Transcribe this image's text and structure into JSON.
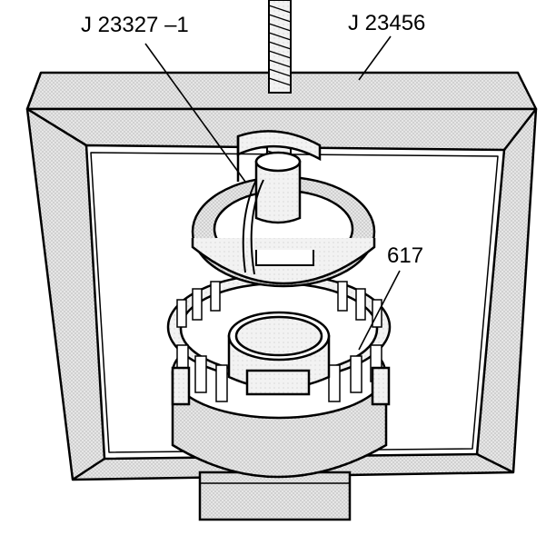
{
  "labels": {
    "tool_remover": "J 23327 –1",
    "tool_press": "J 23456",
    "part_number": "617"
  },
  "colors": {
    "stroke": "#000000",
    "shade": "#dcdcdc",
    "paper": "#ffffff"
  }
}
